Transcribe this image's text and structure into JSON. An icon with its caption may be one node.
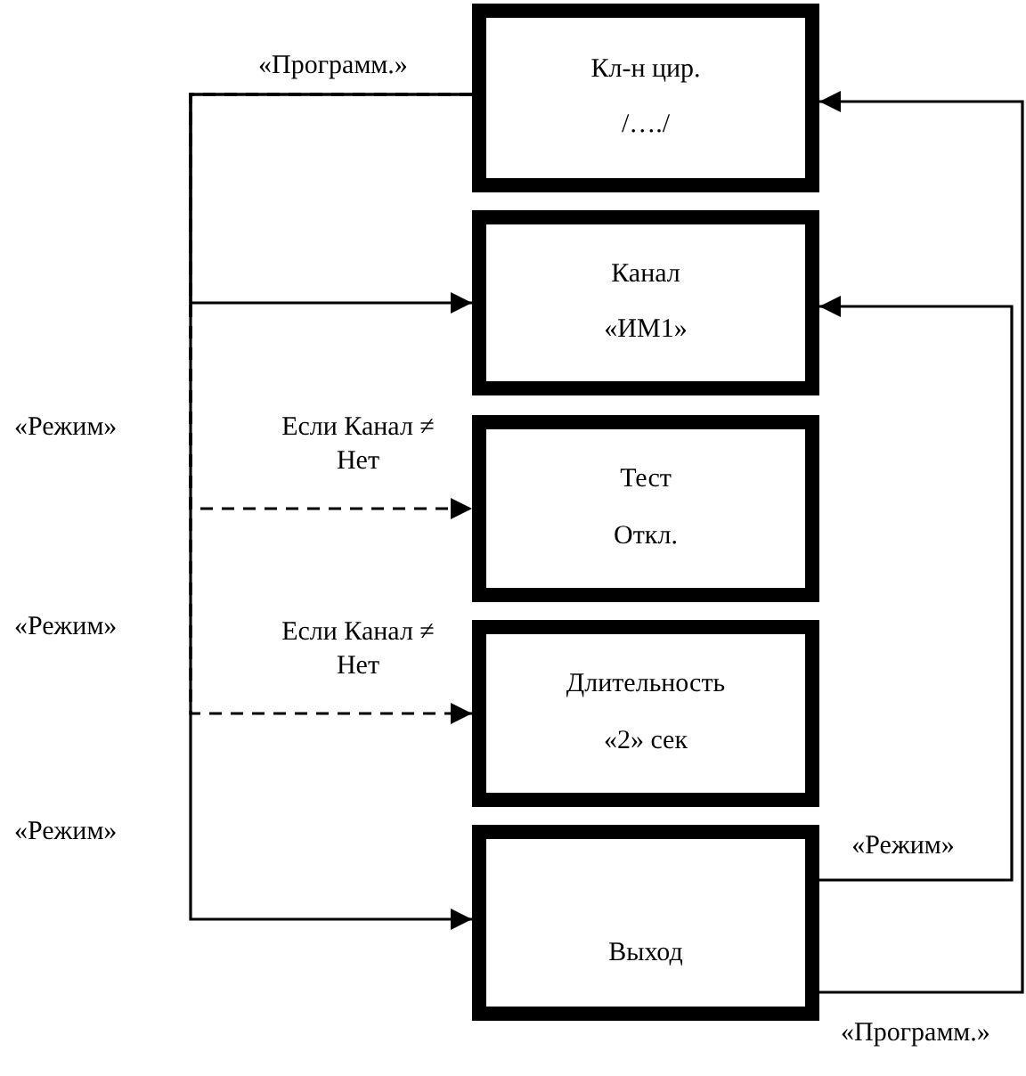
{
  "diagram": {
    "nodes": [
      {
        "text": [
          "Кл-н цир.",
          "/…./"
        ]
      },
      {
        "text": [
          "Канал",
          "«ИМ1»"
        ]
      },
      {
        "text": [
          "Тест",
          "Откл."
        ]
      },
      {
        "text": [
          "Длительность",
          "«2» сек"
        ]
      },
      {
        "text": [
          "Выход"
        ]
      }
    ],
    "edges": [
      {
        "from": 0,
        "to": 1,
        "arrow": "to",
        "label": "«Программ.»"
      },
      {
        "from": 0,
        "to": 2,
        "arrow": "to",
        "style": "dashed",
        "label": "Если Канал ≠ Нет"
      },
      {
        "from": 0,
        "to": 3,
        "arrow": "to",
        "style": "dashed",
        "label": "Если Канал ≠ Нет"
      },
      {
        "from": 0,
        "to": 4,
        "arrow": "to"
      },
      {
        "from": 4,
        "to": 1,
        "arrow": "to",
        "label": "«Режим»"
      },
      {
        "from": 4,
        "to": 0,
        "arrow": "to",
        "label": "«Программ.»"
      }
    ],
    "labels": [
      "«Режим»",
      "«Режим»",
      "«Режим»"
    ]
  }
}
